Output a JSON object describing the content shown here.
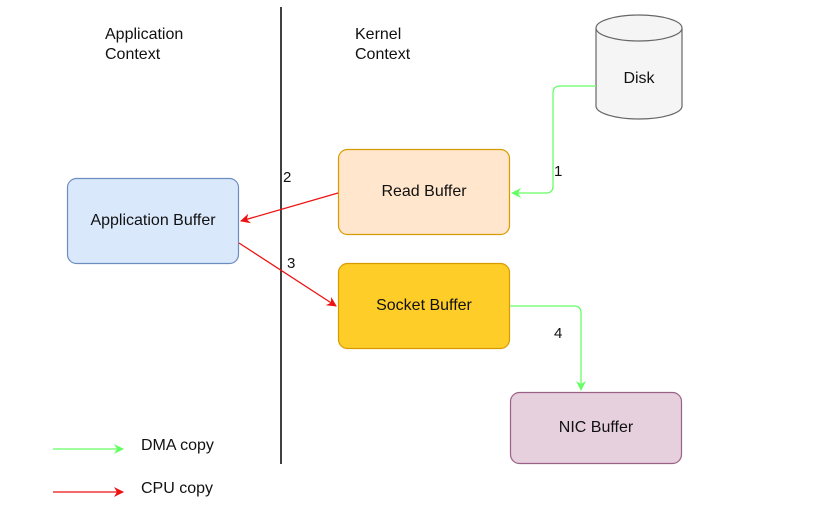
{
  "contexts": {
    "application": "Application\nContext",
    "kernel": "Kernel\nContext"
  },
  "nodes": {
    "disk": "Disk",
    "read_buffer": "Read Buffer",
    "application_buffer": "Application Buffer",
    "socket_buffer": "Socket Buffer",
    "nic_buffer": "NIC Buffer"
  },
  "steps": {
    "one": "1",
    "two": "2",
    "three": "3",
    "four": "4"
  },
  "legend": {
    "dma": "DMA copy",
    "cpu": "CPU copy"
  },
  "colors": {
    "dma_arrow": "#66ff66",
    "cpu_arrow": "#ee1111",
    "app_buffer_fill": "#dae8fc",
    "app_buffer_stroke": "#6c8ebf",
    "read_buffer_fill": "#ffe6cc",
    "read_buffer_stroke": "#d79b00",
    "socket_buffer_fill": "#ffcd28",
    "socket_buffer_stroke": "#d79b00",
    "nic_buffer_fill": "#e6d0de",
    "nic_buffer_stroke": "#996185",
    "disk_fill": "#f5f5f5",
    "disk_stroke": "#666666"
  }
}
